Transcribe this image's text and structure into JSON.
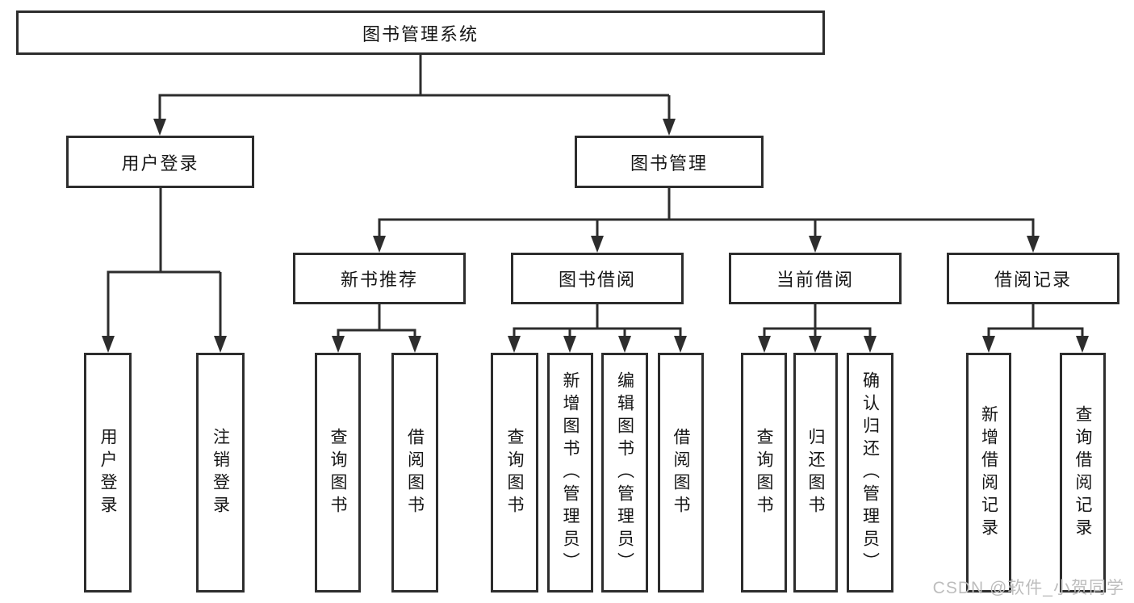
{
  "tree": {
    "root": {
      "label": "图书管理系统"
    },
    "level2": [
      {
        "label": "用户登录",
        "children": [
          {
            "label": "用户登录"
          },
          {
            "label": "注销登录"
          }
        ]
      },
      {
        "label": "图书管理"
      }
    ],
    "level3": [
      {
        "label": "新书推荐",
        "children": [
          {
            "label": "查询图书"
          },
          {
            "label": "借阅图书"
          }
        ]
      },
      {
        "label": "图书借阅",
        "children": [
          {
            "label": "查询图书"
          },
          {
            "label": "新增图书（管理员）"
          },
          {
            "label": "编辑图书（管理员）"
          },
          {
            "label": "借阅图书"
          }
        ]
      },
      {
        "label": "当前借阅",
        "children": [
          {
            "label": "查询图书"
          },
          {
            "label": "归还图书"
          },
          {
            "label": "确认归还（管理员）"
          }
        ]
      },
      {
        "label": "借阅记录",
        "children": [
          {
            "label": "新增借阅记录"
          },
          {
            "label": "查询借阅记录"
          }
        ]
      }
    ]
  },
  "watermark": {
    "text": "CSDN @软件_小贺同学"
  },
  "colors": {
    "line": "#2d2d2d",
    "box_fill": "#ffffff",
    "text": "#161616",
    "watermark": "#bdbdbd",
    "bg": "#ffffff"
  }
}
